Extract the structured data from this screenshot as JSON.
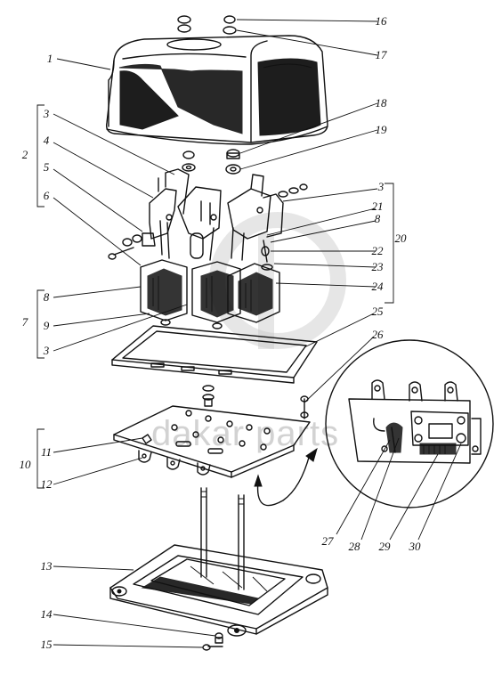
{
  "diagram": {
    "callouts": [
      "1",
      "2",
      "3",
      "4",
      "5",
      "6",
      "3",
      "21",
      "8",
      "20",
      "22",
      "23",
      "24",
      "8",
      "9",
      "7",
      "3",
      "25",
      "26",
      "11",
      "10",
      "12",
      "13",
      "14",
      "15",
      "16",
      "17",
      "18",
      "19",
      "27",
      "28",
      "29",
      "30"
    ]
  },
  "watermark": {
    "text": "dakar parts"
  },
  "colors": {
    "ink": "#111111",
    "watermark": "#c4c4c4"
  }
}
